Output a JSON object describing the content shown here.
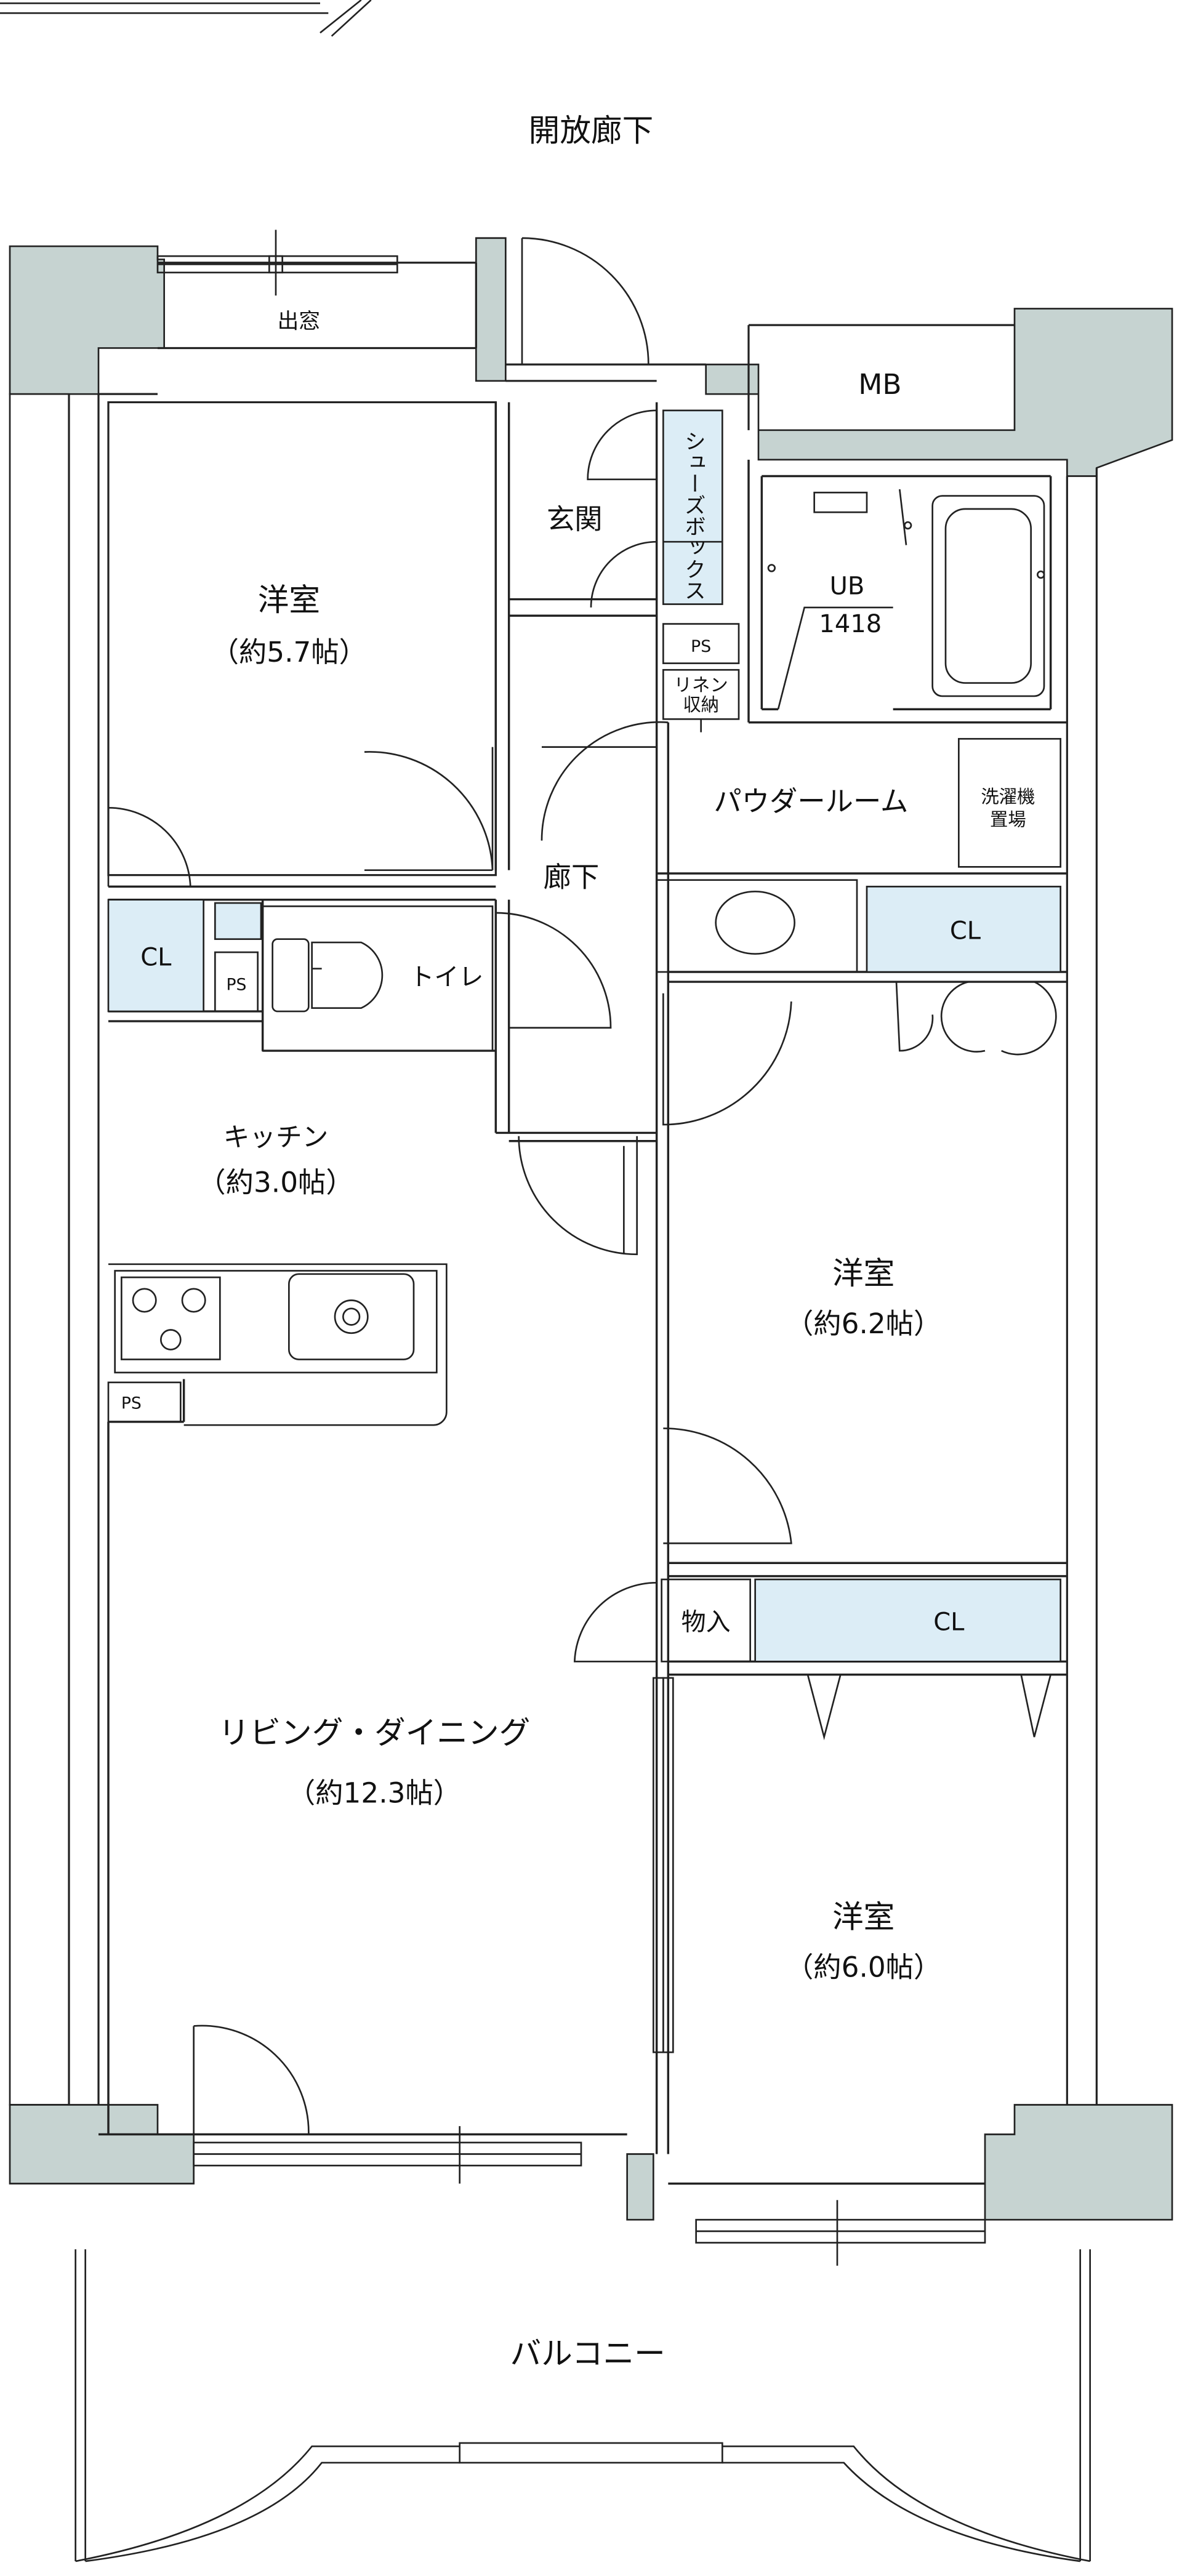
{
  "colors": {
    "structure": "#c6d3d1",
    "closet_fill": "#dcedf6",
    "line": "#222222",
    "background": "#ffffff"
  },
  "labels": {
    "corridor_outside": "開放廊下",
    "bay_window": "出窓",
    "mb": "MB",
    "entrance": "玄関",
    "shoe_box": "シューズボックス",
    "western_room_1": "洋室",
    "western_room_1_size": "（約5.7帖）",
    "ub": "UB",
    "ub_size": "1418",
    "ps": "PS",
    "linen": "リネン",
    "linen_storage": "収納",
    "powder_room": "パウダールーム",
    "laundry_line1": "洗濯機",
    "laundry_line2": "置場",
    "hallway": "廊下",
    "cl": "CL",
    "toilet": "トイレ",
    "kitchen": "キッチン",
    "kitchen_size": "（約3.0帖）",
    "western_room_2": "洋室",
    "western_room_2_size": "（約6.2帖）",
    "storage": "物入",
    "living_dining": "リビング・ダイニング",
    "living_dining_size": "（約12.3帖）",
    "western_room_3": "洋室",
    "western_room_3_size": "（約6.0帖）",
    "balcony": "バルコニー"
  }
}
